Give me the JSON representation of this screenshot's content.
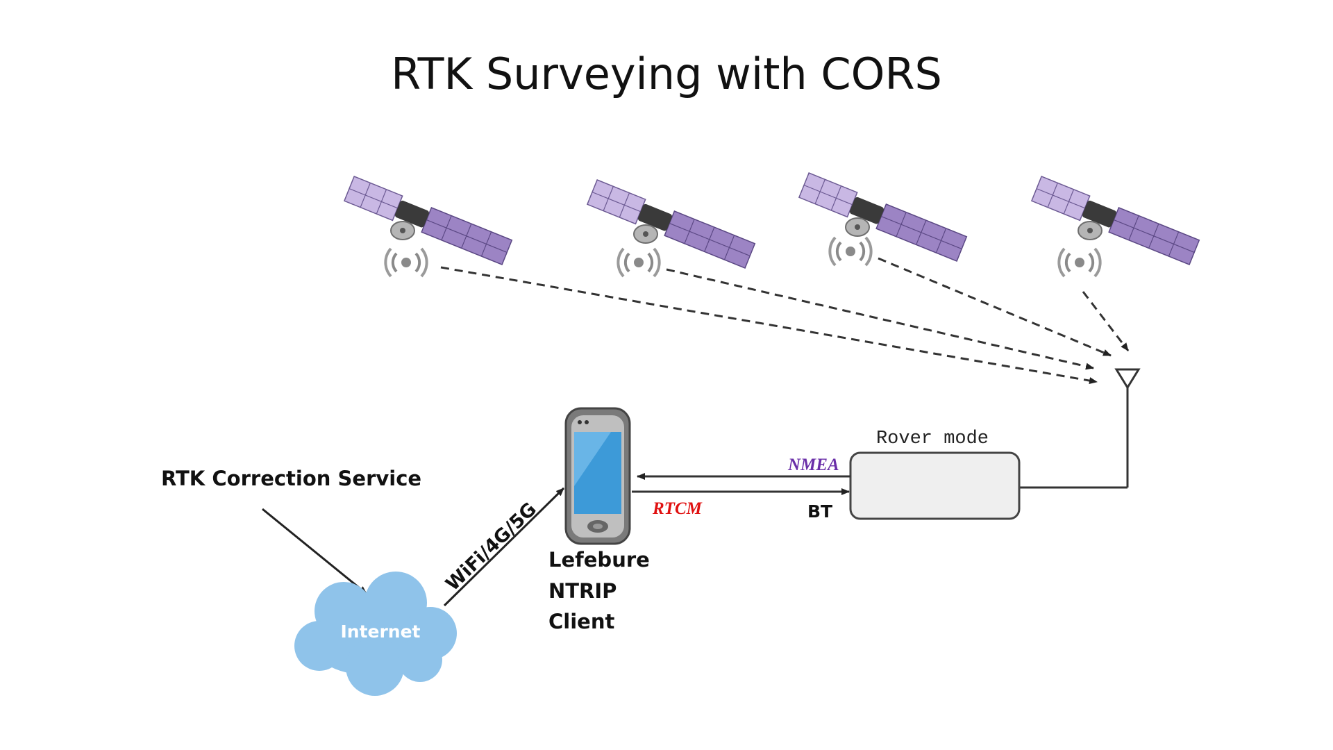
{
  "title": "RTK Surveying with CORS",
  "labels": {
    "correction_service": "RTK Correction Service",
    "internet": "Internet",
    "link": "WiFi/4G/5G",
    "client_line1": "Lefebure",
    "client_line2": "NTRIP",
    "client_line3": "Client",
    "nmea": "NMEA",
    "rtcm": "RTCM",
    "bt": "BT",
    "rover": "Rover mode"
  },
  "colors": {
    "nmea": "#6a2fa8",
    "rtcm": "#e01010",
    "cloud": "#8fc3ea",
    "satellite_panel": "#9c84c4",
    "phone_screen": "#3d9ad8"
  },
  "icons": [
    "satellite-icon",
    "signal-icon",
    "antenna-icon",
    "phone-icon",
    "cloud-icon"
  ]
}
